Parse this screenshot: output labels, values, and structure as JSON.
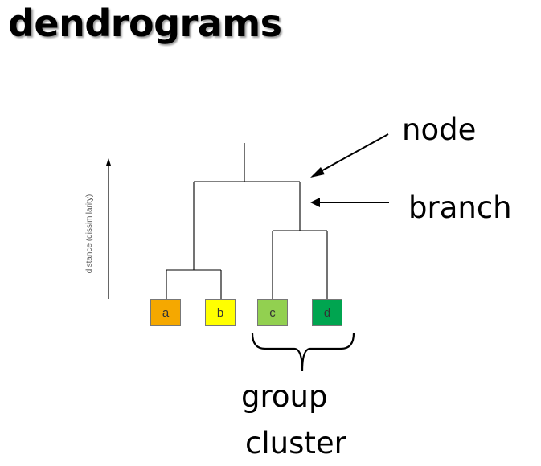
{
  "title": "dendrograms",
  "axis_label": "distance (dissimilarity)",
  "annotations": {
    "node": "node",
    "branch": "branch",
    "group": "group",
    "cluster": "cluster"
  },
  "leaves": [
    {
      "label": "a",
      "color": "#f5a800"
    },
    {
      "label": "b",
      "color": "#ffff00"
    },
    {
      "label": "c",
      "color": "#92d050"
    },
    {
      "label": "d",
      "color": "#00a550"
    }
  ]
}
